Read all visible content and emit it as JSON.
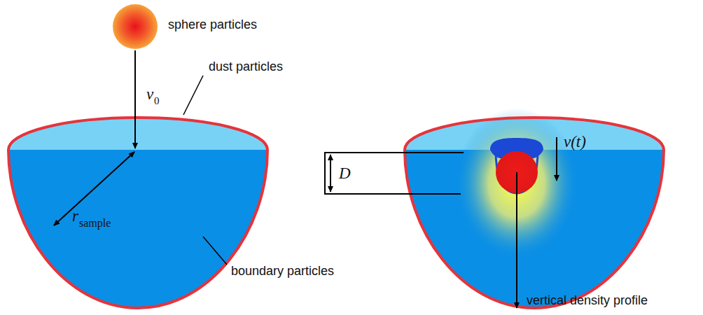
{
  "diagram": {
    "labels": [
      "sphere particles",
      "dust particles",
      "v",
      "0",
      "r",
      "sample",
      "boundary particles",
      "D",
      "v(t)",
      "vertical density profile"
    ]
  }
}
